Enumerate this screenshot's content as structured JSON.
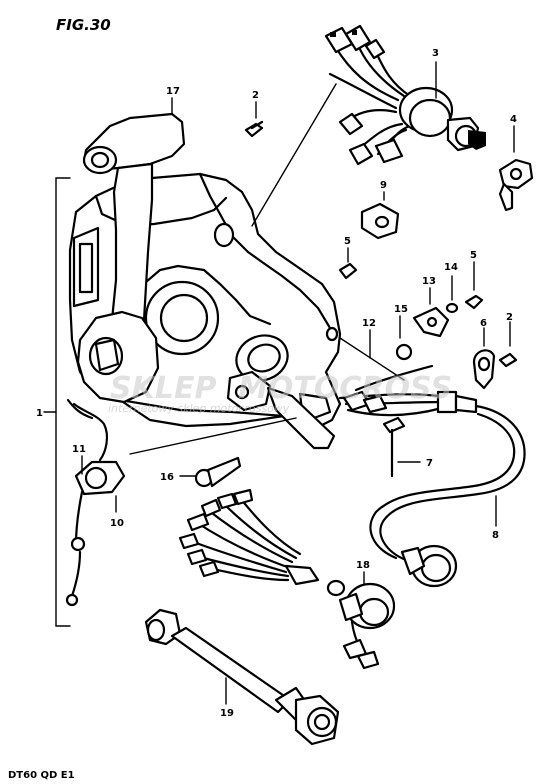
{
  "figure": {
    "title": "FIG.30",
    "code": "DT60 QD E1"
  },
  "watermark": {
    "text_a": "SKLEP",
    "text_b": "MOTOCROSS",
    "text_c": "internetowy sklep motocrossowy"
  },
  "parts": [
    {
      "id": "p1",
      "label": "1"
    },
    {
      "id": "p2a",
      "label": "2"
    },
    {
      "id": "p2b",
      "label": "2"
    },
    {
      "id": "p3",
      "label": "3"
    },
    {
      "id": "p4",
      "label": "4"
    },
    {
      "id": "p5a",
      "label": "5"
    },
    {
      "id": "p5b",
      "label": "5"
    },
    {
      "id": "p6",
      "label": "6"
    },
    {
      "id": "p7",
      "label": "7"
    },
    {
      "id": "p8",
      "label": "8"
    },
    {
      "id": "p9",
      "label": "9"
    },
    {
      "id": "p10",
      "label": "10"
    },
    {
      "id": "p11",
      "label": "11"
    },
    {
      "id": "p12",
      "label": "12"
    },
    {
      "id": "p13",
      "label": "13"
    },
    {
      "id": "p14",
      "label": "14"
    },
    {
      "id": "p15",
      "label": "15"
    },
    {
      "id": "p16",
      "label": "16"
    },
    {
      "id": "p17",
      "label": "17"
    },
    {
      "id": "p18",
      "label": "18"
    },
    {
      "id": "p19",
      "label": "19"
    }
  ]
}
